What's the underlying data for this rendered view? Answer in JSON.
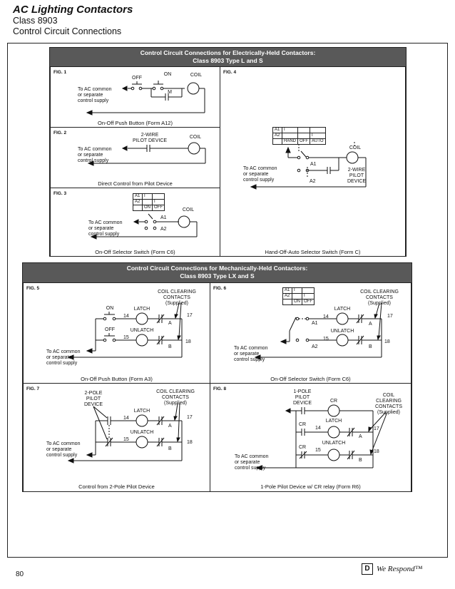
{
  "header": {
    "title": "AC Lighting Contactors",
    "class": "Class 8903",
    "subtitle": "Control Circuit Connections"
  },
  "section1": {
    "line1": "Control Circuit Connections for Electrically-Held Contactors:",
    "line2": "Class 8903 Type L and S"
  },
  "section2": {
    "line1": "Control Circuit Connections for Mechanically-Held Contactors:",
    "line2": "Class 8903 Type LX and S"
  },
  "supply": {
    "l1": "To AC common",
    "l2": "or separate",
    "l3": "control supply"
  },
  "fig1": {
    "id": "FIG. 1",
    "off": "OFF",
    "on": "ON",
    "coil": "COIL",
    "m": "M",
    "caption": "On-Off Push Button (Form A12)"
  },
  "fig2": {
    "id": "FIG. 2",
    "device1": "2-WIRE",
    "device2": "PILOT DEVICE",
    "coil": "COIL",
    "caption": "Direct Control from Pilot Device"
  },
  "fig3": {
    "id": "FIG. 3",
    "a1": "A1",
    "a2": "A2",
    "x": "I",
    "on": "ON",
    "off": "OFF",
    "coil": "COIL",
    "caption": "On-Off Selector Switch (Form C6)"
  },
  "fig4": {
    "id": "FIG. 4",
    "a1": "A1",
    "a2": "A2",
    "x": "I",
    "hand": "HAND",
    "off": "OFF",
    "auto": "AUTO",
    "coil": "COIL",
    "dev1": "2-WIRE",
    "dev2": "PILOT",
    "dev3": "DEVICE",
    "caption": "Hand-Off-Auto Selector Switch (Form C)"
  },
  "fig5": {
    "id": "FIG. 5",
    "on": "ON",
    "off": "OFF",
    "latch": "LATCH",
    "unlatch": "UNLATCH",
    "t14": "14",
    "t15": "15",
    "t17": "17",
    "t18": "18",
    "a": "A",
    "b": "B",
    "ccc1": "COIL CLEARING",
    "ccc2": "CONTACTS",
    "ccc3": "(Supplied)",
    "caption": "On-Off Push Button (Form A3)"
  },
  "fig6": {
    "id": "FIG. 6",
    "a1": "A1",
    "a2": "A2",
    "x": "I",
    "on": "ON",
    "off": "OFF",
    "latch": "LATCH",
    "unlatch": "UNLATCH",
    "t14": "14",
    "t15": "15",
    "t17": "17",
    "t18": "18",
    "a": "A",
    "b": "B",
    "ccc1": "COIL CLEARING",
    "ccc2": "CONTACTS",
    "ccc3": "(Supplied)",
    "caption": "On-Off Selector Switch (Form C6)"
  },
  "fig7": {
    "id": "FIG. 7",
    "dev1": "2-POLE",
    "dev2": "PILOT",
    "dev3": "DEVICE",
    "latch": "LATCH",
    "unlatch": "UNLATCH",
    "t14": "14",
    "t15": "15",
    "t17": "17",
    "t18": "18",
    "a": "A",
    "b": "B",
    "ccc1": "COIL CLEARING",
    "ccc2": "CONTACTS",
    "ccc3": "(Supplied)",
    "caption": "Control from 2-Pole Pilot Device"
  },
  "fig8": {
    "id": "FIG. 8",
    "dev1": "1-POLE",
    "dev2": "PILOT",
    "dev3": "DEVICE",
    "cr": "CR",
    "latch": "LATCH",
    "unlatch": "UNLATCH",
    "t14": "14",
    "t15": "15",
    "t17": "17",
    "t18": "18",
    "a": "A",
    "b": "B",
    "ccc1": "COIL",
    "ccc2": "CLEARING",
    "ccc3": "CONTACTS",
    "ccc4": "(Supplied)",
    "caption": "1-Pole Pilot Device w/ CR relay (Form R6)"
  },
  "footer": {
    "page": "80",
    "logo": "D",
    "tagline": "We Respond™"
  }
}
